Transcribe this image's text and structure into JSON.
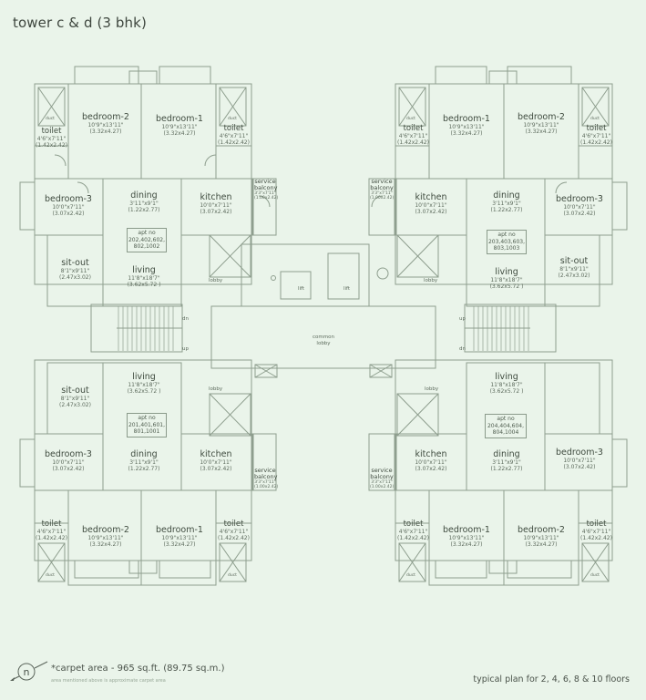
{
  "title": "tower c & d (3 bhk)",
  "legend": {
    "compass_label": "n",
    "carpet_area": "*carpet area - 965 sq.ft. (89.75 sq.m.)",
    "note": "area mentioned above is approximate carpet area",
    "typical_plan": "typical plan for 2, 4, 6, 8 & 10 floors"
  },
  "common": {
    "lobby": "common lobby",
    "lift_1": "lift",
    "lift_2": "lift",
    "lobby_small": "lobby",
    "stair_dn": "dn",
    "stair_up": "up",
    "duct": "duct"
  },
  "units": {
    "top_left": {
      "apt_label": "apt no",
      "apt_numbers": "202,402,602, 802,1002",
      "bedroom2": {
        "name": "bedroom-2",
        "dim_ft": "10'9\"x13'11\"",
        "dim_m": "(3.32x4.27)"
      },
      "bedroom1": {
        "name": "bedroom-1",
        "dim_ft": "10'9\"x13'11\"",
        "dim_m": "(3.32x4.27)"
      },
      "toilet_a": {
        "name": "toilet",
        "dim_ft": "4'6\"x7'11\"",
        "dim_m": "(1.42x2.42)"
      },
      "toilet_b": {
        "name": "toilet",
        "dim_ft": "4'6\"x7'11\"",
        "dim_m": "(1.42x2.42)"
      },
      "bedroom3": {
        "name": "bedroom-3",
        "dim_ft": "10'0\"x7'11\"",
        "dim_m": "(3.07x2.42)"
      },
      "dining": {
        "name": "dining",
        "dim_ft": "3'11\"x9'1\"",
        "dim_m": "(1.22x2.77)"
      },
      "kitchen": {
        "name": "kitchen",
        "dim_ft": "10'0\"x7'11\"",
        "dim_m": "(3.07x2.42)"
      },
      "service_balcony": {
        "name": "service balcony",
        "dim_ft": "3'3\"x7'11\"",
        "dim_m": "(1.00x2.42)"
      },
      "sitout": {
        "name": "sit-out",
        "dim_ft": "8'1\"x9'11\"",
        "dim_m": "(2.47x3.02)"
      },
      "living": {
        "name": "living",
        "dim_ft": "11'8\"x18'7\"",
        "dim_m": "(3.62x5.72 )"
      }
    },
    "top_right": {
      "apt_label": "apt no",
      "apt_numbers": "203,403,603, 803,1003",
      "bedroom1": {
        "name": "bedroom-1",
        "dim_ft": "10'9\"x13'11\"",
        "dim_m": "(3.32x4.27)"
      },
      "bedroom2": {
        "name": "bedroom-2",
        "dim_ft": "10'9\"x13'11\"",
        "dim_m": "(3.32x4.27)"
      },
      "toilet_a": {
        "name": "toilet",
        "dim_ft": "4'6\"x7'11\"",
        "dim_m": "(1.42x2.42)"
      },
      "toilet_b": {
        "name": "toilet",
        "dim_ft": "4'6\"x7'11\"",
        "dim_m": "(1.42x2.42)"
      },
      "bedroom3": {
        "name": "bedroom-3",
        "dim_ft": "10'0\"x7'11\"",
        "dim_m": "(3.07x2.42)"
      },
      "dining": {
        "name": "dining",
        "dim_ft": "3'11\"x9'1\"",
        "dim_m": "(1.22x2.77)"
      },
      "kitchen": {
        "name": "kitchen",
        "dim_ft": "10'0\"x7'11\"",
        "dim_m": "(3.07x2.42)"
      },
      "service_balcony": {
        "name": "service balcony",
        "dim_ft": "3'3\"x7'11\"",
        "dim_m": "(1.00x2.42)"
      },
      "sitout": {
        "name": "sit-out",
        "dim_ft": "8'1\"x9'11\"",
        "dim_m": "(2.47x3.02)"
      },
      "living": {
        "name": "living",
        "dim_ft": "11'8\"x18'7\"",
        "dim_m": "(3.62x5.72 )"
      }
    },
    "bottom_left": {
      "apt_label": "apt no",
      "apt_numbers": "201,401,601, 801,1001",
      "bedroom2": {
        "name": "bedroom-2",
        "dim_ft": "10'9\"x13'11\"",
        "dim_m": "(3.32x4.27)"
      },
      "bedroom1": {
        "name": "bedroom-1",
        "dim_ft": "10'9\"x13'11\"",
        "dim_m": "(3.32x4.27)"
      },
      "toilet_a": {
        "name": "toilet",
        "dim_ft": "4'6\"x7'11\"",
        "dim_m": "(1.42x2.42)"
      },
      "toilet_b": {
        "name": "toilet",
        "dim_ft": "4'6\"x7'11\"",
        "dim_m": "(1.42x2.42)"
      },
      "bedroom3": {
        "name": "bedroom-3",
        "dim_ft": "10'0\"x7'11\"",
        "dim_m": "(3.07x2.42)"
      },
      "dining": {
        "name": "dining",
        "dim_ft": "3'11\"x9'1\"",
        "dim_m": "(1.22x2.77)"
      },
      "kitchen": {
        "name": "kitchen",
        "dim_ft": "10'0\"x7'11\"",
        "dim_m": "(3.07x2.42)"
      },
      "service_balcony": {
        "name": "service balcony",
        "dim_ft": "3'3\"x7'11\"",
        "dim_m": "(1.00x2.42)"
      },
      "sitout": {
        "name": "sit-out",
        "dim_ft": "8'1\"x9'11\"",
        "dim_m": "(2.47x3.02)"
      },
      "living": {
        "name": "living",
        "dim_ft": "11'8\"x18'7\"",
        "dim_m": "(3.62x5.72 )"
      }
    },
    "bottom_right": {
      "apt_label": "apt no",
      "apt_numbers": "204,404,604, 804,1004",
      "bedroom1": {
        "name": "bedroom-1",
        "dim_ft": "10'9\"x13'11\"",
        "dim_m": "(3.32x4.27)"
      },
      "bedroom2": {
        "name": "bedroom-2",
        "dim_ft": "10'9\"x13'11\"",
        "dim_m": "(3.32x4.27)"
      },
      "toilet_a": {
        "name": "toilet",
        "dim_ft": "4'6\"x7'11\"",
        "dim_m": "(1.42x2.42)"
      },
      "toilet_b": {
        "name": "toilet",
        "dim_ft": "4'6\"x7'11\"",
        "dim_m": "(1.42x2.42)"
      },
      "bedroom3": {
        "name": "bedroom-3",
        "dim_ft": "10'0\"x7'11\"",
        "dim_m": "(3.07x2.42)"
      },
      "dining": {
        "name": "dining",
        "dim_ft": "3'11\"x9'1\"",
        "dim_m": "(1.22x2.77)"
      },
      "kitchen": {
        "name": "kitchen",
        "dim_ft": "10'0\"x7'11\"",
        "dim_m": "(3.07x2.42)"
      },
      "service_balcony": {
        "name": "service balcony",
        "dim_ft": "3'3\"x7'11\"",
        "dim_m": "(1.00x2.42)"
      },
      "living": {
        "name": "living",
        "dim_ft": "11'8\"x18'7\"",
        "dim_m": "(3.62x5.72 )"
      }
    }
  },
  "colors": {
    "background": "#eaf4ea",
    "wall_line": "#8a9a8a",
    "text": "#4a524a"
  }
}
